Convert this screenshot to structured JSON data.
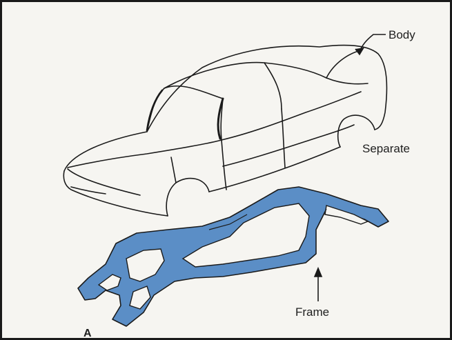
{
  "labels": {
    "body": "Body",
    "separate": "Separate",
    "frame": "Frame",
    "panel": "A"
  },
  "colors": {
    "frame_fill": "#5b8ec6",
    "outline": "#1a1a1a",
    "background": "#f6f5f1"
  }
}
